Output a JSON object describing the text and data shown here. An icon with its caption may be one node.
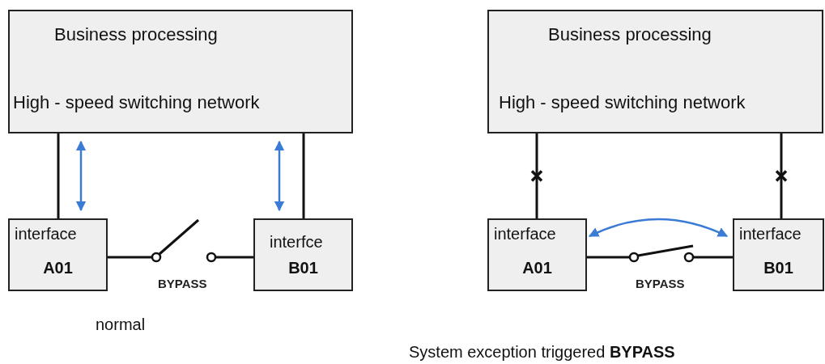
{
  "diagram": {
    "nodes": [
      {
        "text": [
          "Business processing"
        ]
      },
      {
        "text": [
          "High - speed switching network"
        ]
      },
      {
        "text": [
          "interface",
          "A01"
        ]
      },
      {
        "text": [],
        "shape": "switch",
        "beside": [
          "BYPASS"
        ]
      },
      {
        "text": [
          "interfce",
          "B01"
        ]
      },
      {
        "text": [
          "Business processing"
        ]
      },
      {
        "text": [
          "High - speed switching network"
        ]
      },
      {
        "text": [
          "interface",
          "A01"
        ]
      },
      {
        "text": [],
        "shape": "switch",
        "beside": [
          "BYPASS"
        ]
      },
      {
        "text": [
          "interface",
          "B01"
        ]
      }
    ],
    "edges": [
      {
        "from": 1,
        "to": 2,
        "arrow": "none"
      },
      {
        "from": 1,
        "to": 2,
        "arrow": "both",
        "color": "#3a7bd5"
      },
      {
        "from": 1,
        "to": 4,
        "arrow": "both",
        "color": "#3a7bd5"
      },
      {
        "from": 1,
        "to": 4,
        "arrow": "none"
      },
      {
        "from": 2,
        "to": 3,
        "arrow": "none"
      },
      {
        "from": 3,
        "to": 4,
        "arrow": "none"
      },
      {
        "from": 6,
        "to": 7,
        "arrow": "none"
      },
      {
        "from": 6,
        "to": 9,
        "arrow": "none"
      },
      {
        "from": 7,
        "to": 9,
        "arrow": "both",
        "color": "#3a7bd5"
      },
      {
        "from": 7,
        "to": 8,
        "arrow": "none"
      },
      {
        "from": 8,
        "to": 9,
        "arrow": "none"
      }
    ],
    "labels": [
      "normal",
      "System exception triggered **BYPASS**"
    ]
  }
}
